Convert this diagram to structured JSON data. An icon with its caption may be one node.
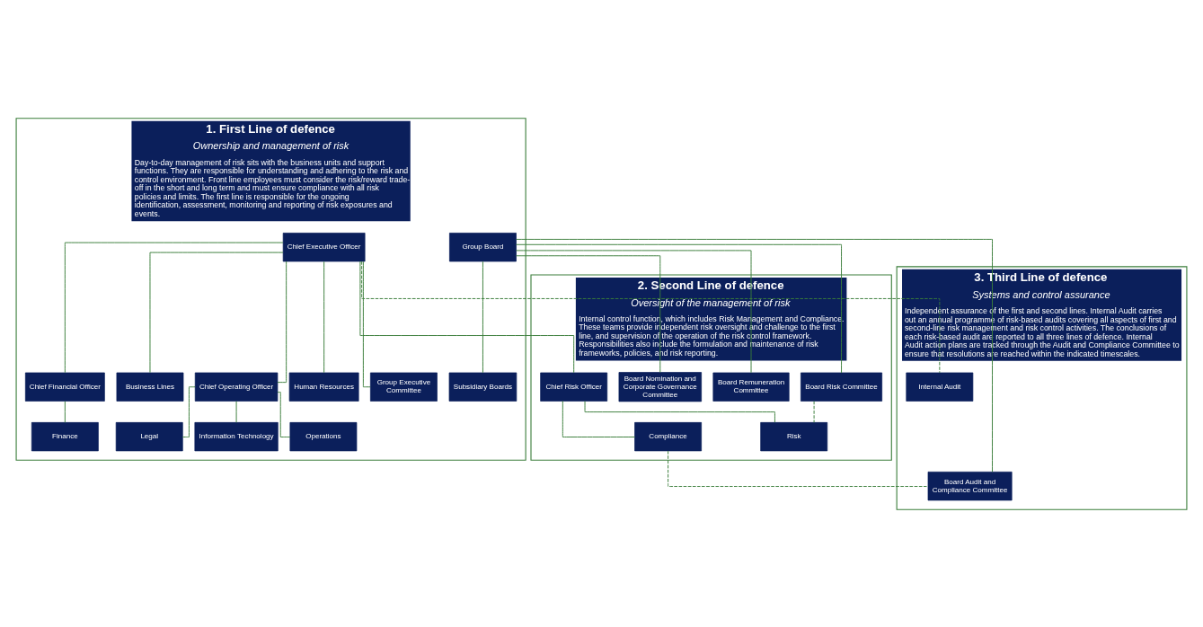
{
  "diagram": {
    "nodes": [
      {
        "text": [
          "1. First Line of defence",
          "Ownership and management of risk",
          "Day-to-day management of risk sits with the business units and support functions. They are responsible for understanding and adhering to the risk and control environment. Front line employees must consider the risk/reward trade-off in the short and long term and must ensure compliance with all risk policies and limits. The first line is responsible for the ongoing identification, assessment, monitoring and reporting of risk exposures and events."
        ]
      },
      {
        "text": [
          "Group Board"
        ],
        "in": 0
      },
      {
        "text": [
          "Chief Executive Officer"
        ],
        "in": 0
      },
      {
        "text": [
          "Subsidiary Boards"
        ],
        "in": 0
      },
      {
        "text": [
          "Group Executive Committee"
        ],
        "in": 0
      },
      {
        "text": [
          "Chief Financial Officer"
        ],
        "in": 0
      },
      {
        "text": [
          "Business Lines"
        ],
        "in": 0
      },
      {
        "text": [
          "Chief Operating Officer"
        ],
        "in": 0
      },
      {
        "text": [
          "Human Resources"
        ],
        "in": 0
      },
      {
        "text": [
          "Finance"
        ],
        "in": 0
      },
      {
        "text": [
          "Information Technology"
        ],
        "in": 0
      },
      {
        "text": [
          "Operations"
        ],
        "in": 0
      },
      {
        "text": [
          "Legal"
        ],
        "in": 0
      },
      {
        "text": [
          "2. Second Line of defence",
          "Oversight of the management of risk",
          "Internal control function, which includes Risk Management and Compliance. These teams provide independent risk oversight and challenge to the first line, and supervision of the operation of the risk control framework. Responsibilities also include the formulation and maintenance of risk frameworks, policies, and risk reporting."
        ]
      },
      {
        "text": [
          "Board Risk Committee"
        ],
        "in": 13
      },
      {
        "text": [
          "Board Remuneration Committee"
        ],
        "in": 13
      },
      {
        "text": [
          "Board Nomination and Corporate Governance Committee"
        ],
        "in": 13
      },
      {
        "text": [
          "Chief Risk Officer"
        ],
        "in": 13
      },
      {
        "text": [
          "Risk"
        ],
        "in": 13
      },
      {
        "text": [
          "Compliance"
        ],
        "in": 13
      },
      {
        "text": [
          "3. Third Line of defence",
          "Systems and control assurance",
          "Independent assurance of the first and second lines. Internal Audit carries out an annual programme of risk-based audits covering all aspects of first and second-line risk management and risk control activities. The conclusions of each risk-based audit are reported to all three lines of defence. Internal Audit action plans are tracked through the Audit and Compliance Committee to ensure that resolutions are reached within the indicated timescales."
        ]
      },
      {
        "text": [
          "Board Audit and Compliance Committee"
        ],
        "in": 20
      },
      {
        "text": [
          "Internal Audit"
        ],
        "in": 20
      }
    ],
    "edges": [
      {
        "from": 1,
        "to": 3,
        "arrow": "none"
      },
      {
        "from": 1,
        "to": 14,
        "arrow": "none"
      },
      {
        "from": 1,
        "to": 15,
        "arrow": "none"
      },
      {
        "from": 1,
        "to": 16,
        "arrow": "none"
      },
      {
        "from": 1,
        "to": 21,
        "arrow": "none"
      },
      {
        "from": 2,
        "to": 4,
        "arrow": "none"
      },
      {
        "from": 2,
        "to": 5,
        "arrow": "none"
      },
      {
        "from": 2,
        "to": 6,
        "arrow": "none"
      },
      {
        "from": 2,
        "to": 7,
        "arrow": "none"
      },
      {
        "from": 2,
        "to": 8,
        "arrow": "none"
      },
      {
        "from": 2,
        "to": 17,
        "arrow": "none"
      },
      {
        "from": 5,
        "to": 9,
        "arrow": "none"
      },
      {
        "from": 7,
        "to": 10,
        "arrow": "none"
      },
      {
        "from": 7,
        "to": 11,
        "arrow": "none"
      },
      {
        "from": 7,
        "to": 12,
        "arrow": "none"
      },
      {
        "from": 17,
        "to": 18,
        "arrow": "none"
      },
      {
        "from": 17,
        "to": 19,
        "arrow": "none"
      },
      {
        "from": 2,
        "to": 22,
        "arrow": "none",
        "style": "dashed"
      },
      {
        "from": 14,
        "to": 18,
        "arrow": "none",
        "style": "dashed"
      },
      {
        "from": 19,
        "to": 21,
        "arrow": "none",
        "style": "dashed"
      }
    ]
  }
}
